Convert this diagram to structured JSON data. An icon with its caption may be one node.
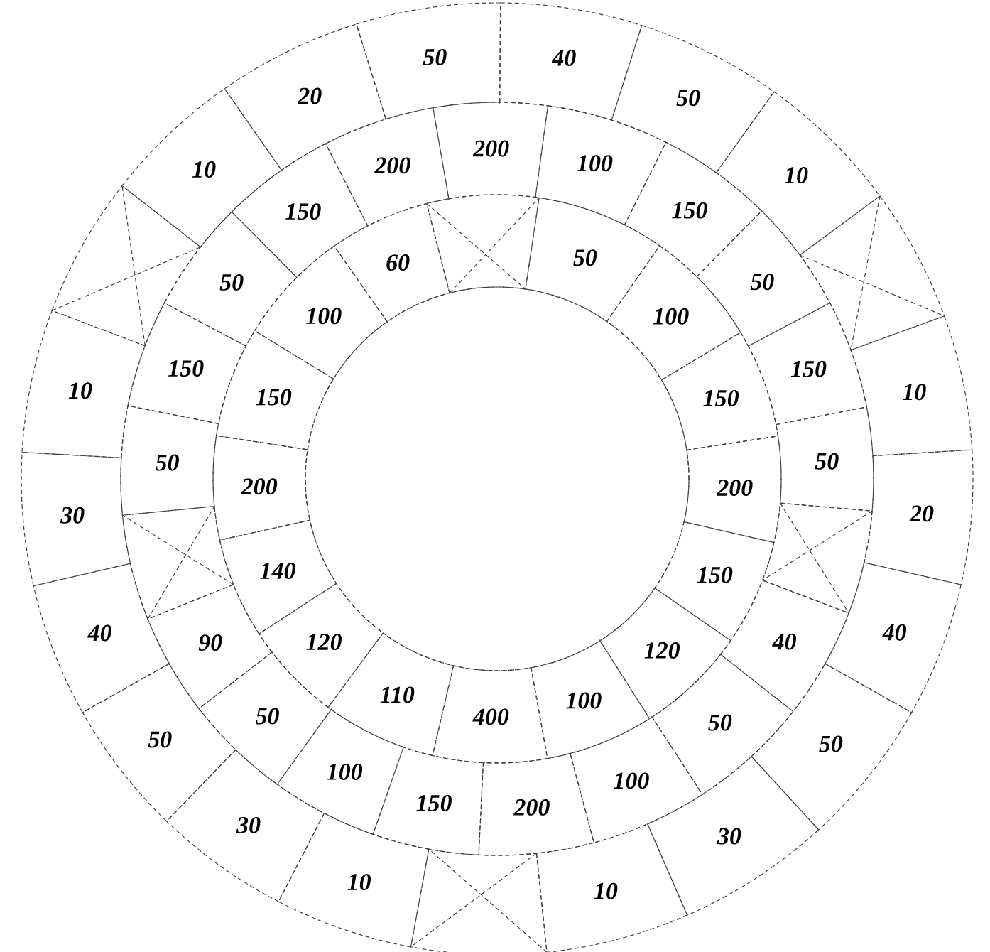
{
  "diagram": {
    "nodes": [
      {
        "text": [
          "50"
        ]
      },
      {
        "text": [
          "40"
        ]
      },
      {
        "text": [
          "50"
        ]
      },
      {
        "text": [
          "10"
        ]
      },
      {
        "text": [],
        "shape": "box"
      },
      {
        "text": [
          "10"
        ]
      },
      {
        "text": [
          "20"
        ]
      },
      {
        "text": [
          "40"
        ]
      },
      {
        "text": [
          "50"
        ]
      },
      {
        "text": [
          "30"
        ]
      },
      {
        "text": [
          "10"
        ]
      },
      {
        "text": [],
        "shape": "box"
      },
      {
        "text": [
          "10"
        ]
      },
      {
        "text": [
          "30"
        ]
      },
      {
        "text": [
          "50"
        ]
      },
      {
        "text": [
          "40"
        ]
      },
      {
        "text": [
          "30"
        ]
      },
      {
        "text": [
          "10"
        ]
      },
      {
        "text": [],
        "shape": "box"
      },
      {
        "text": [
          "10"
        ]
      },
      {
        "text": [
          "20"
        ]
      },
      {
        "text": [
          "200"
        ]
      },
      {
        "text": [
          "100"
        ]
      },
      {
        "text": [
          "150"
        ]
      },
      {
        "text": [
          "50"
        ]
      },
      {
        "text": [
          "150"
        ]
      },
      {
        "text": [
          "50"
        ]
      },
      {
        "text": [],
        "shape": "box"
      },
      {
        "text": [
          "40"
        ]
      },
      {
        "text": [
          "50"
        ]
      },
      {
        "text": [
          "100"
        ]
      },
      {
        "text": [
          "200"
        ]
      },
      {
        "text": [
          "150"
        ]
      },
      {
        "text": [
          "100"
        ]
      },
      {
        "text": [
          "50"
        ]
      },
      {
        "text": [
          "90"
        ]
      },
      {
        "text": [],
        "shape": "box"
      },
      {
        "text": [
          "50"
        ]
      },
      {
        "text": [
          "150"
        ]
      },
      {
        "text": [
          "50"
        ]
      },
      {
        "text": [
          "150"
        ]
      },
      {
        "text": [
          "200"
        ]
      },
      {
        "text": [],
        "shape": "box"
      },
      {
        "text": [
          "50"
        ]
      },
      {
        "text": [
          "100"
        ]
      },
      {
        "text": [
          "150"
        ]
      },
      {
        "text": [
          "200"
        ]
      },
      {
        "text": [
          "150"
        ]
      },
      {
        "text": [
          "120"
        ]
      },
      {
        "text": [
          "100"
        ]
      },
      {
        "text": [
          "400"
        ]
      },
      {
        "text": [
          "110"
        ]
      },
      {
        "text": [
          "120"
        ]
      },
      {
        "text": [
          "140"
        ]
      },
      {
        "text": [
          "200"
        ]
      },
      {
        "text": [
          "150"
        ]
      },
      {
        "text": [
          "100"
        ]
      },
      {
        "text": [
          "60"
        ]
      },
      {
        "text": [],
        "shape": "circle"
      }
    ]
  }
}
